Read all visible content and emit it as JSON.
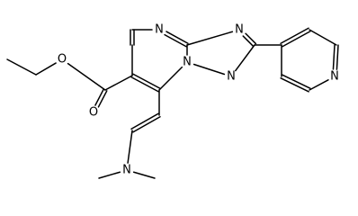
{
  "molecule": {
    "atoms": [
      {
        "id": "N3",
        "label": "N"
      },
      {
        "id": "N9",
        "label": "N"
      },
      {
        "id": "N8",
        "label": "N"
      },
      {
        "id": "N7",
        "label": "N"
      },
      {
        "id": "O12",
        "label": "O"
      },
      {
        "id": "O13",
        "label": "O"
      },
      {
        "id": "N19",
        "label": "N"
      },
      {
        "id": "NP",
        "label": "N"
      }
    ]
  },
  "colors": {
    "bond": "#000000",
    "label": "#000000",
    "background": "#ffffff"
  }
}
